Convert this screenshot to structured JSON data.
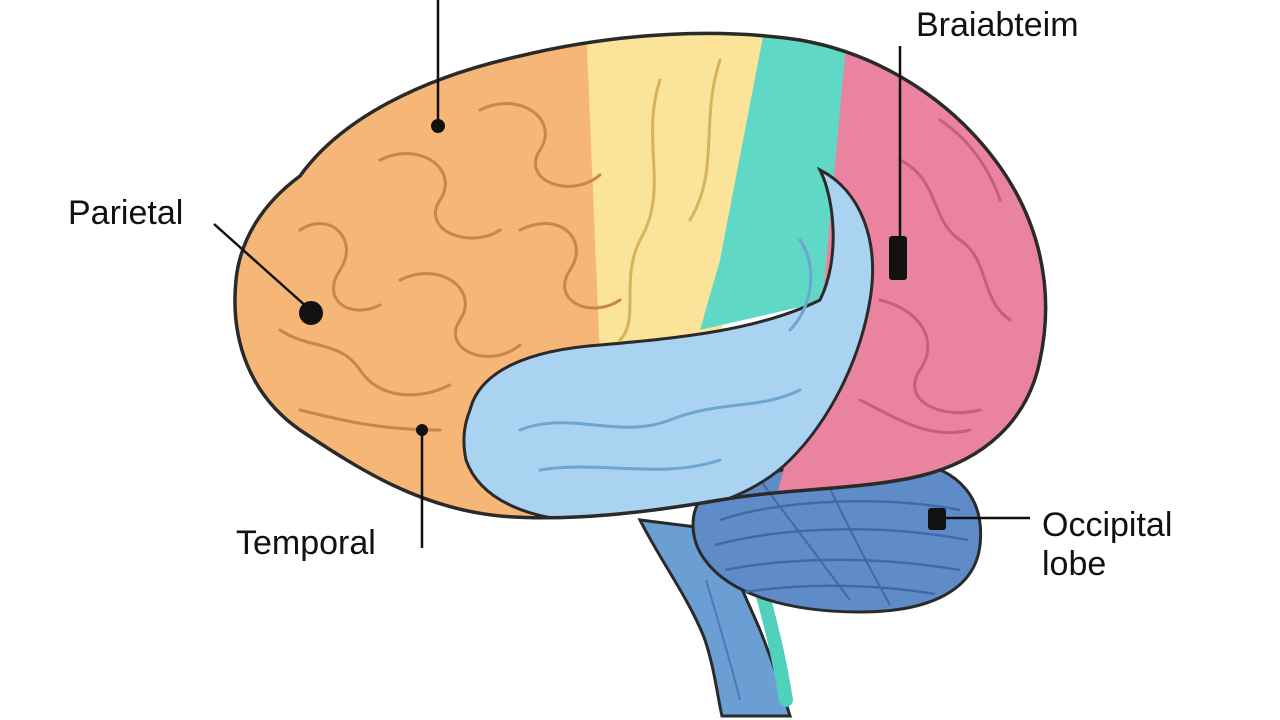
{
  "labels": {
    "brainstem": "Braiabteim",
    "parietal": "Parietal",
    "temporal": "Temporal",
    "occipital": "Occipital\nlobe"
  },
  "colors": {
    "frontal_orange": "#f6b677",
    "yellow_strip": "#fbe39a",
    "teal_strip": "#5fd9c6",
    "temporal_blue": "#a9d3f0",
    "occipital_pink": "#e9839f",
    "cerebellum_blue": "#5f8cc8",
    "brainstem_blue": "#6b9fd4",
    "outline": "#2a2a2a"
  }
}
